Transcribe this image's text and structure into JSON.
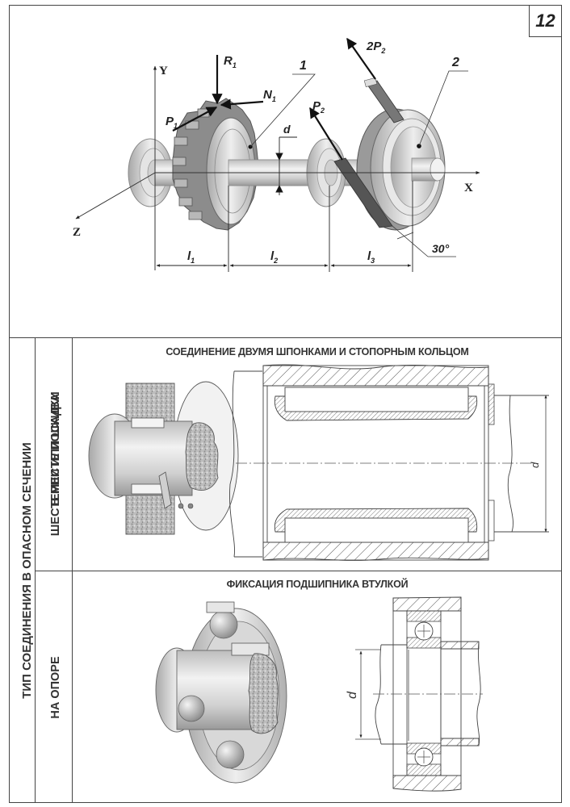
{
  "sheet_number": "12",
  "diagram": {
    "axes": {
      "x": "X",
      "y": "Y",
      "z": "Z"
    },
    "forces": {
      "R1": {
        "base": "R",
        "sub": "1"
      },
      "N1": {
        "base": "N",
        "sub": "1"
      },
      "P1": {
        "base": "P",
        "sub": "1"
      },
      "P2": {
        "base": "P",
        "sub": "2"
      },
      "twoP2": {
        "base": "2P",
        "sub": "2"
      }
    },
    "callouts": {
      "gear": "1",
      "pulley": "2"
    },
    "shaft_diameter_label": "d",
    "belt_angle": "30°",
    "lengths": [
      {
        "base": "l",
        "sub": "1"
      },
      {
        "base": "l",
        "sub": "2"
      },
      {
        "base": "l",
        "sub": "3"
      }
    ]
  },
  "table": {
    "header_vertical": "ТИП СОЕДИНЕНИЯ В ОПАСНОМ СЕЧЕНИИ",
    "rows": [
      {
        "location_line1": "В МЕСТЕ ПОСАДКИ",
        "location_line2": "ШЕСТЕРНИ ИЛИ ШКИВА",
        "title": "СОЕДИНЕНИЕ ДВУМЯ ШПОНКАМИ И СТОПОРНЫМ КОЛЬЦОМ",
        "dim_label": "d"
      },
      {
        "location_line1": "НА ОПОРЕ",
        "title": "ФИКСАЦИЯ ПОДШИПНИКА ВТУЛКОЙ",
        "dim_label": "d"
      }
    ]
  }
}
